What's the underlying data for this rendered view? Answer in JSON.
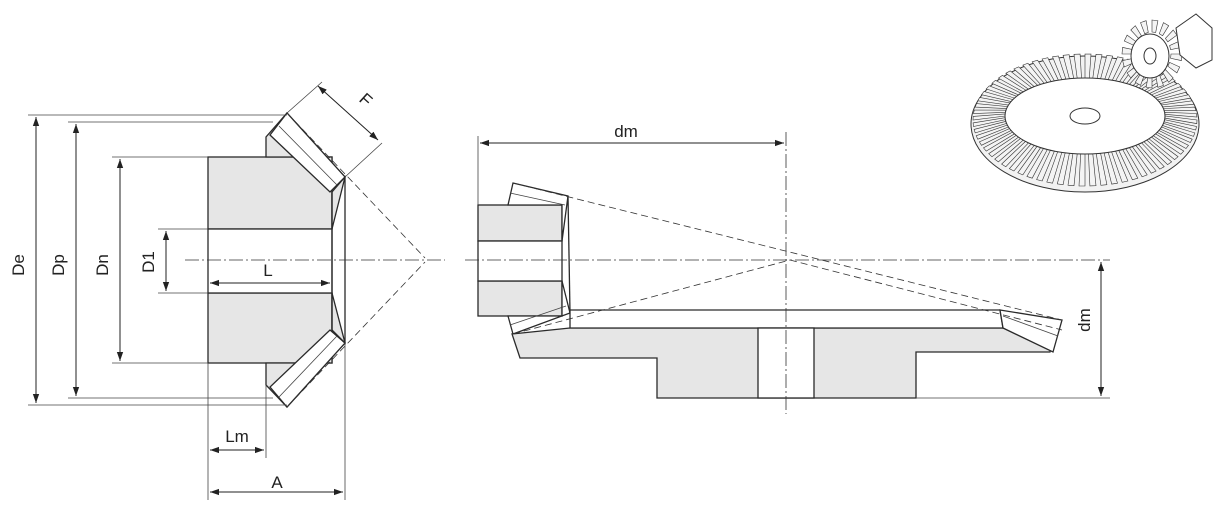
{
  "labels": {
    "De": "De",
    "Dp": "Dp",
    "Dn": "Dn",
    "D1": "D1",
    "L": "L",
    "F": "F",
    "Lm": "Lm",
    "A": "A",
    "dm_top": "dm",
    "dm_right": "dm"
  },
  "colors": {
    "section_fill": "#e6e6e6",
    "line": "#2a2a2a"
  }
}
